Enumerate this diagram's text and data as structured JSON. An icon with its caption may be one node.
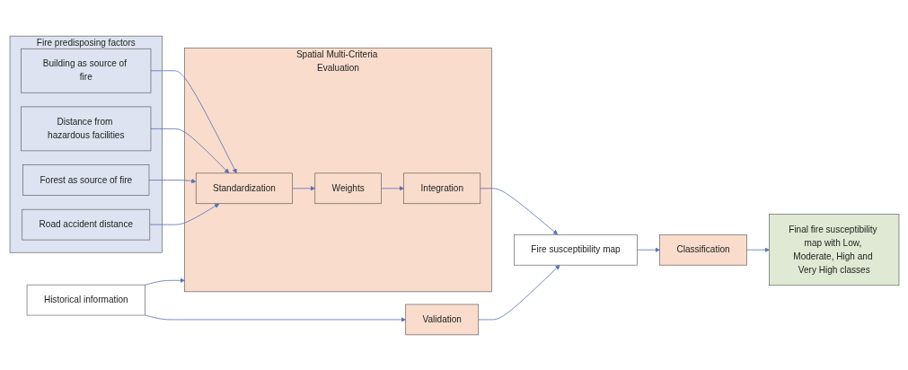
{
  "diagram": {
    "nodes": [
      {
        "text": [
          "Historical information"
        ]
      },
      {
        "text": [
          "Validation"
        ]
      },
      {
        "text": [
          "Fire predisposing factors"
        ]
      },
      {
        "text": [
          "Building as source of fire"
        ],
        "in": 2
      },
      {
        "text": [
          "Distance from hazardous facilities"
        ],
        "in": 2
      },
      {
        "text": [
          "Forest as source of fire"
        ],
        "in": 2
      },
      {
        "text": [
          "Road accident distance"
        ],
        "in": 2
      },
      {
        "text": [
          "Spatial Multi-Criteria Evaluation"
        ]
      },
      {
        "text": [
          "Standardization"
        ],
        "in": 7
      },
      {
        "text": [
          "Weights"
        ],
        "in": 7
      },
      {
        "text": [
          "Integration"
        ],
        "in": 7
      },
      {
        "text": [
          "Fire susceptibility map"
        ]
      },
      {
        "text": [
          "Classification"
        ]
      },
      {
        "text": [
          "Final fire susceptibility map with Low, Moderate, High and Very High classes"
        ]
      }
    ],
    "edges": [
      {
        "from": 0,
        "to": 1,
        "arrow": "to"
      },
      {
        "from": 0,
        "to": 7,
        "arrow": "to"
      },
      {
        "from": 3,
        "to": 8,
        "arrow": "to"
      },
      {
        "from": 4,
        "to": 8,
        "arrow": "to"
      },
      {
        "from": 5,
        "to": 8,
        "arrow": "to"
      },
      {
        "from": 6,
        "to": 8,
        "arrow": "to"
      },
      {
        "from": 8,
        "to": 9,
        "arrow": "to"
      },
      {
        "from": 9,
        "to": 10,
        "arrow": "to"
      },
      {
        "from": 10,
        "to": 11,
        "arrow": "to"
      },
      {
        "from": 1,
        "to": 11,
        "arrow": "to"
      },
      {
        "from": 11,
        "to": 12,
        "arrow": "to"
      },
      {
        "from": 12,
        "to": 13,
        "arrow": "to"
      }
    ]
  }
}
